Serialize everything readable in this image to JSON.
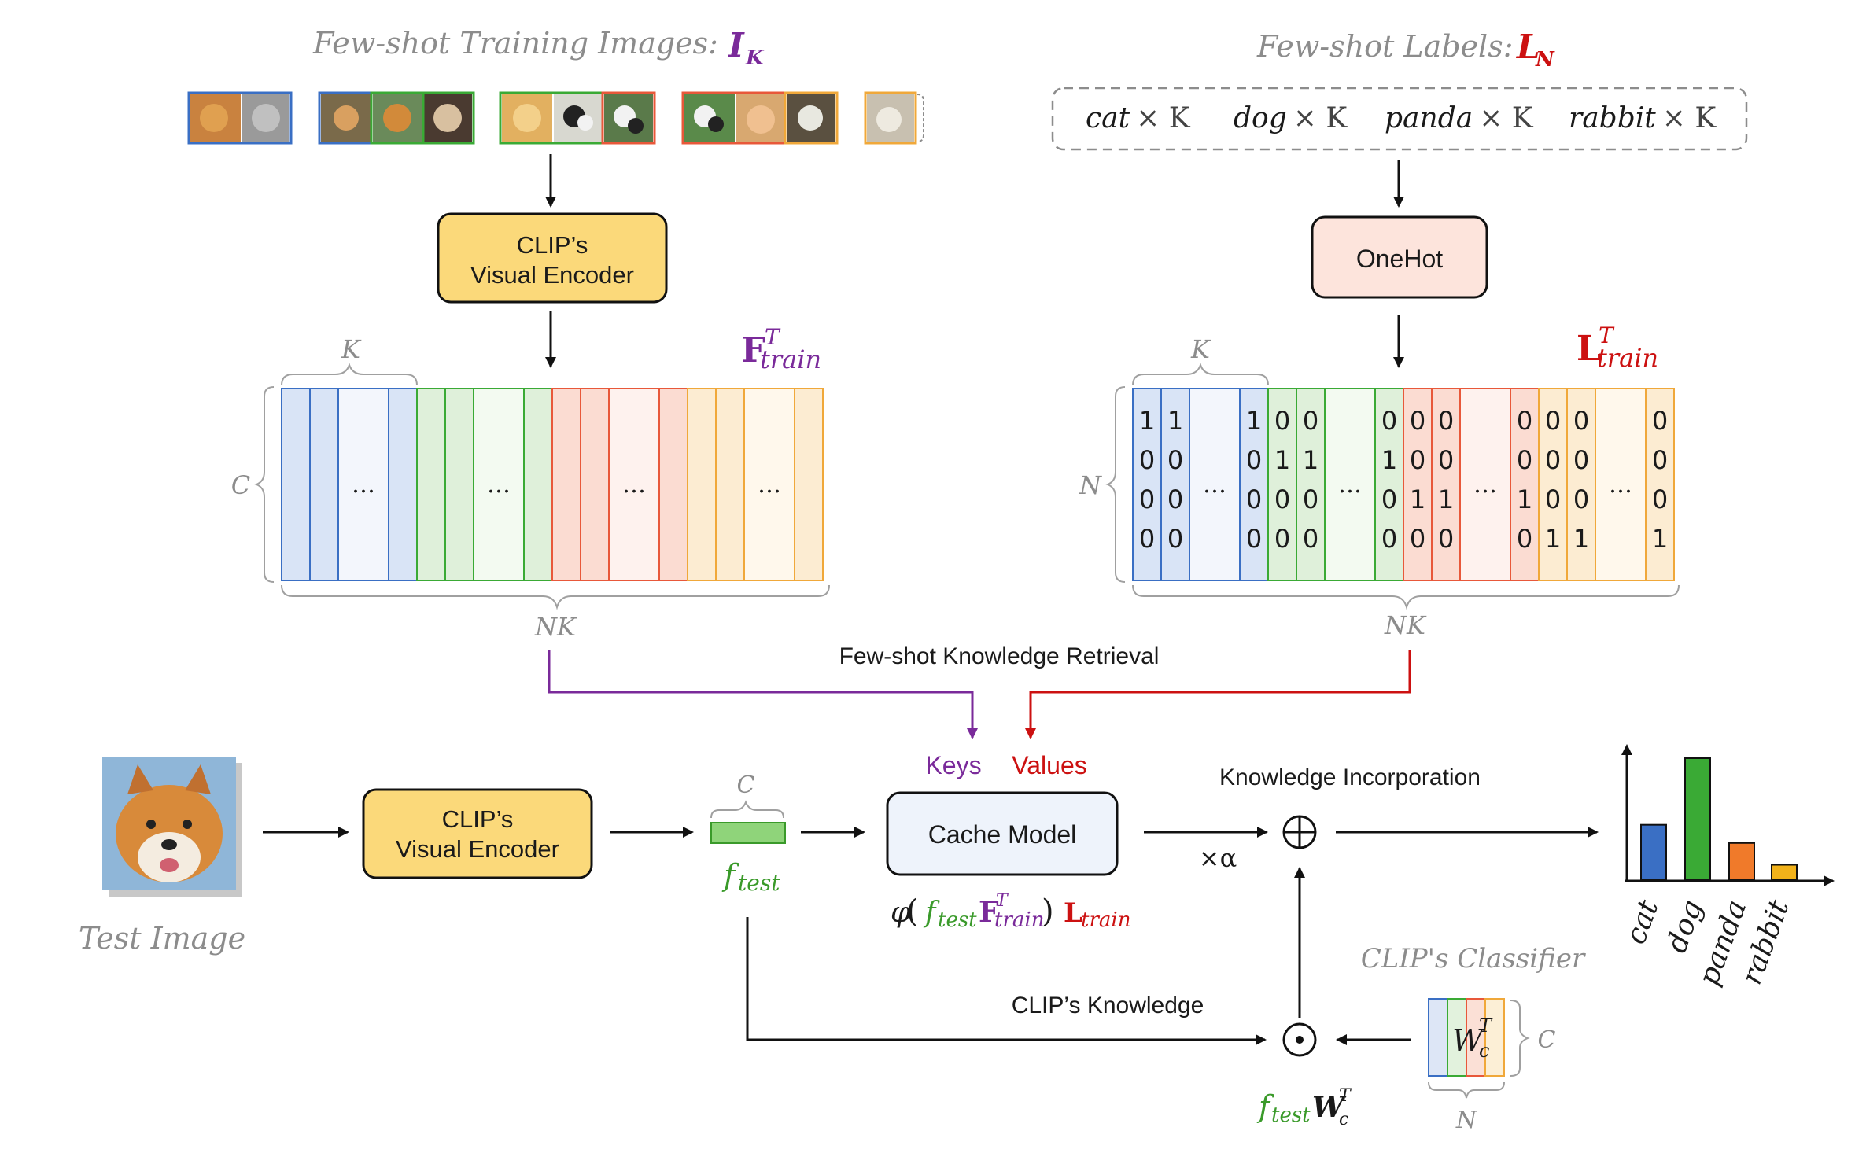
{
  "diagram": {
    "few_shot_images_title": "Few-shot Training Images:",
    "few_shot_images_symbol": "I",
    "few_shot_images_sub": "K",
    "few_shot_labels_title": "Few-shot Labels:",
    "few_shot_labels_symbol": "L",
    "few_shot_labels_sub": "N",
    "label_items": [
      {
        "name": "cat",
        "suffix": "× K"
      },
      {
        "name": "dog",
        "suffix": "× K"
      },
      {
        "name": "panda",
        "suffix": "× K"
      },
      {
        "name": "rabbit",
        "suffix": "× K"
      }
    ],
    "clip_visual_encoder_line1": "CLIP’s",
    "clip_visual_encoder_line2": "Visual Encoder",
    "onehot_label": "OneHot",
    "f_train_symbol": "F",
    "f_train_sup": "T",
    "f_train_sub": "train",
    "l_train_symbol": "L",
    "l_train_sup": "T",
    "l_train_sub": "train",
    "k_label": "K",
    "c_label": "C",
    "n_label": "N",
    "nk_label": "NK",
    "ellipsis": "…",
    "retrieval_label": "Few-shot  Knowledge Retrieval",
    "keys_label": "Keys",
    "values_label": "Values",
    "cache_model_label": "Cache Model",
    "cache_formula_phi": "φ",
    "cache_formula_f": "f",
    "cache_formula_f_sub": "test",
    "knowledge_incorporation_label": "Knowledge Incorporation",
    "alpha_label": "×α",
    "test_image_label": "Test Image",
    "f_test_symbol": "f",
    "f_test_sub": "test",
    "clip_knowledge_label": "CLIP’s  Knowledge",
    "clip_classifier_label": "CLIP's Classifier",
    "wc_symbol": "W",
    "wc_sub": "c",
    "wc_sup": "T",
    "ftest_wc_f": "f",
    "ftest_wc_sub": "test",
    "ftest_wc_w": "W",
    "ftest_wc_w_sub": "c",
    "ftest_wc_w_sup": "T",
    "plus_symbol": "⊕",
    "dot_symbol": "⊙",
    "onehot_columns": [
      [
        "1",
        "0",
        "0",
        "0"
      ],
      [
        "1",
        "0",
        "0",
        "0"
      ],
      [
        "1",
        "0",
        "0",
        "0"
      ],
      [
        "0",
        "1",
        "0",
        "0"
      ],
      [
        "0",
        "1",
        "0",
        "0"
      ],
      [
        "0",
        "1",
        "0",
        "0"
      ],
      [
        "0",
        "0",
        "1",
        "0"
      ],
      [
        "0",
        "0",
        "1",
        "0"
      ],
      [
        "0",
        "0",
        "1",
        "0"
      ],
      [
        "0",
        "0",
        "0",
        "1"
      ],
      [
        "0",
        "0",
        "0",
        "1"
      ],
      [
        "0",
        "0",
        "0",
        "1"
      ]
    ]
  },
  "chart_data": {
    "type": "bar",
    "categories": [
      "cat",
      "dog",
      "panda",
      "rabbit"
    ],
    "values": [
      0.45,
      1.0,
      0.3,
      0.12
    ],
    "colors": [
      "#3a6fc4",
      "#3aaa35",
      "#f07a2a",
      "#f2b21a"
    ],
    "title": "",
    "xlabel": "",
    "ylabel": ""
  },
  "colors": {
    "blue": "#3a6fc4",
    "green": "#3aaa35",
    "red": "#e8583a",
    "orange": "#f0a83a",
    "purple": "#7a2a9a",
    "label_red": "#cc1111",
    "encoder_fill": "#fbd97a",
    "onehot_fill": "#fde4dc",
    "cache_fill": "#eef3fb"
  }
}
